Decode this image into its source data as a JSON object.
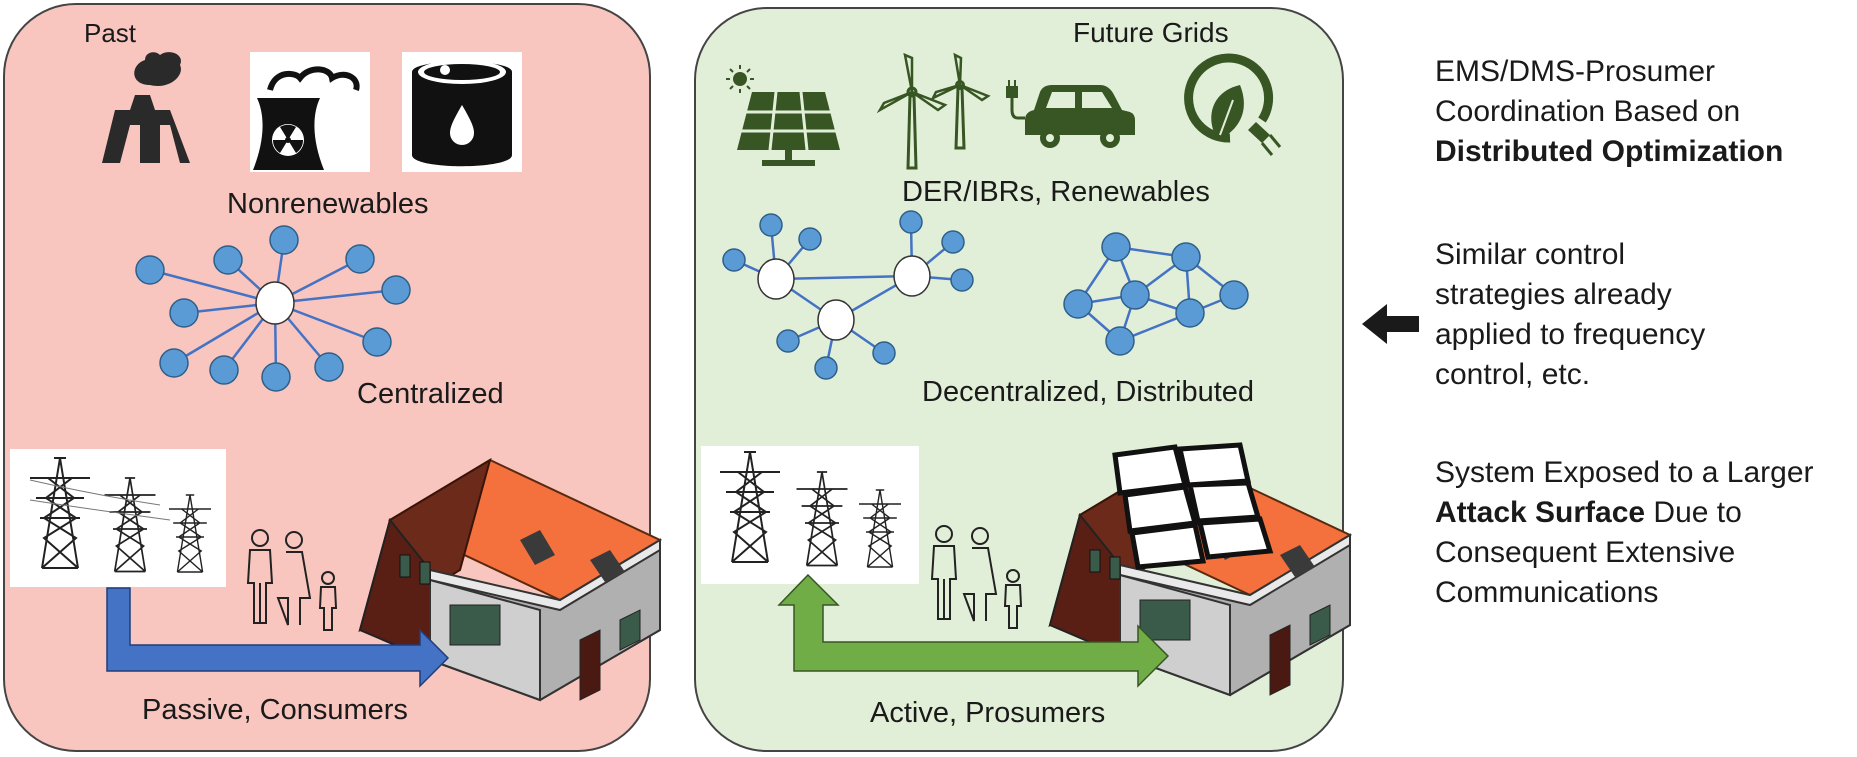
{
  "past_panel": {
    "tag": "Past",
    "generation_label": "Nonrenewables",
    "topology_label": "Centralized",
    "customer_label": "Passive, Consumers",
    "icons": [
      "power-plant-icon",
      "nuclear-plant-icon",
      "oil-barrel-icon"
    ],
    "bg_color": "#f8c6bf"
  },
  "future_panel": {
    "tag": "Future Grids",
    "generation_label": "DER/IBRs, Renewables",
    "topology_label": "Decentralized, Distributed",
    "customer_label": "Active, Prosumers",
    "icons": [
      "solar-panel-icon",
      "wind-turbine-icon",
      "electric-car-icon",
      "green-energy-plug-icon"
    ],
    "bg_color": "#e2efd8"
  },
  "notes": {
    "n1_line1": "EMS/DMS-Prosumer",
    "n1_line2": "Coordination Based on",
    "n1_line3": "Distributed Optimization",
    "n2_line1": "Similar control",
    "n2_line2": "strategies already",
    "n2_line3": "applied to frequency",
    "n2_line4": "control, etc.",
    "n3_line1": "System Exposed to a Larger",
    "n3_line2_bold": "Attack Surface",
    "n3_line2_rest": " Due to",
    "n3_line3": "Consequent Extensive",
    "n3_line4": "Communications"
  },
  "colors": {
    "node_fill": "#5b9bd5",
    "link": "#4472c4",
    "icon_dark": "#222222",
    "icon_green": "#375623",
    "roof": "#f4703c",
    "blue_arrow": "#4472c4",
    "green_arrow": "#70ad47"
  }
}
